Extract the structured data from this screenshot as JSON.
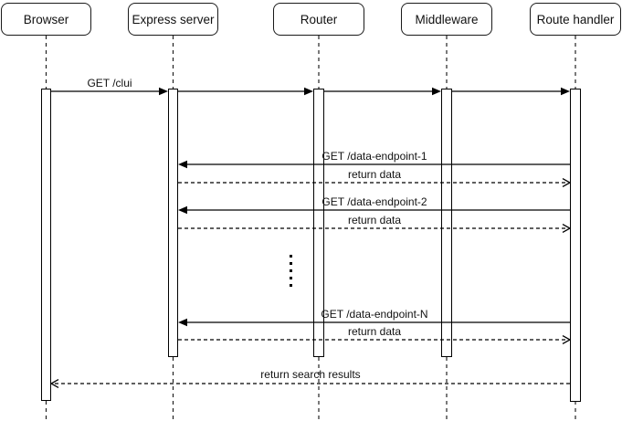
{
  "diagram": {
    "type": "sequence-diagram",
    "colors": {
      "line": "#000000",
      "text": "#111111",
      "background": "#ffffff"
    },
    "participants": [
      {
        "id": "browser",
        "label": "Browser"
      },
      {
        "id": "express-server",
        "label": "Express server"
      },
      {
        "id": "router",
        "label": "Router"
      },
      {
        "id": "middleware",
        "label": "Middleware"
      },
      {
        "id": "route-handler",
        "label": "Route handler"
      }
    ],
    "messages": [
      {
        "from": "browser",
        "to": "express-server",
        "label": "GET /clui",
        "line": "solid",
        "arrow": "filled"
      },
      {
        "from": "express-server",
        "to": "router",
        "label": "",
        "line": "solid",
        "arrow": "filled"
      },
      {
        "from": "router",
        "to": "middleware",
        "label": "",
        "line": "solid",
        "arrow": "filled"
      },
      {
        "from": "middleware",
        "to": "route-handler",
        "label": "",
        "line": "solid",
        "arrow": "filled"
      },
      {
        "from": "route-handler",
        "to": "express-server",
        "label": "GET /data-endpoint-1",
        "line": "solid",
        "arrow": "filled"
      },
      {
        "from": "express-server",
        "to": "route-handler",
        "label": "return data",
        "line": "dashed",
        "arrow": "open"
      },
      {
        "from": "route-handler",
        "to": "express-server",
        "label": "GET /data-endpoint-2",
        "line": "solid",
        "arrow": "filled"
      },
      {
        "from": "express-server",
        "to": "route-handler",
        "label": "return data",
        "line": "dashed",
        "arrow": "open"
      },
      {
        "from": "route-handler",
        "to": "express-server",
        "label": "GET /data-endpoint-N",
        "line": "solid",
        "arrow": "filled"
      },
      {
        "from": "express-server",
        "to": "route-handler",
        "label": "return data",
        "line": "dashed",
        "arrow": "open"
      },
      {
        "from": "route-handler",
        "to": "browser",
        "label": "return search results",
        "line": "dashed",
        "arrow": "open"
      }
    ],
    "ellipsis": {
      "dot_count": 5
    }
  }
}
